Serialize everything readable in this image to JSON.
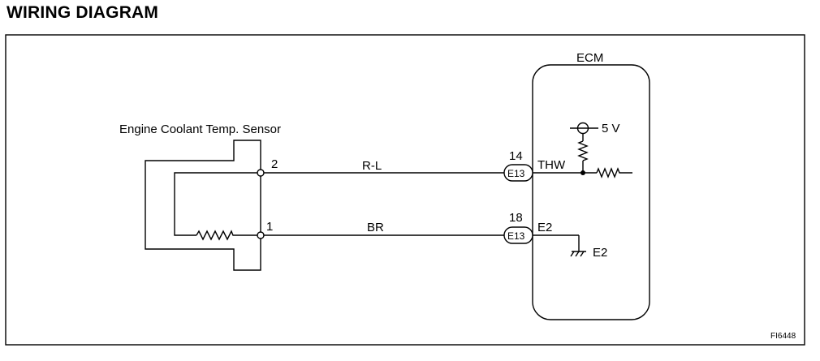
{
  "heading": "WIRING DIAGRAM",
  "sensor": {
    "name": "Engine Coolant Temp. Sensor",
    "pin_top": "2",
    "pin_bottom": "1"
  },
  "wires": {
    "top": "R-L",
    "bottom": "BR"
  },
  "ecm": {
    "name": "ECM",
    "supply": "5 V",
    "pin_top_number": "14",
    "pin_top_connector": "E13",
    "pin_top_signal": "THW",
    "pin_bottom_number": "18",
    "pin_bottom_connector": "E13",
    "pin_bottom_signal": "E2",
    "ground_label": "E2"
  },
  "figure_code": "FI6448"
}
